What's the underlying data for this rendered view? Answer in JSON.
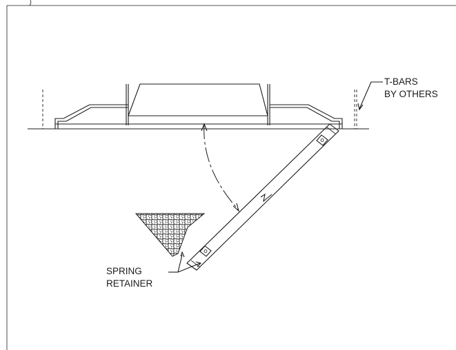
{
  "callouts": {
    "tbars": {
      "line1": "T-BARS",
      "line2": "BY OTHERS"
    },
    "spring": {
      "line1": "SPRING",
      "line2": "RETAINER"
    }
  },
  "colors": {
    "ink": "#1a1a1a",
    "background": "#ffffff"
  }
}
